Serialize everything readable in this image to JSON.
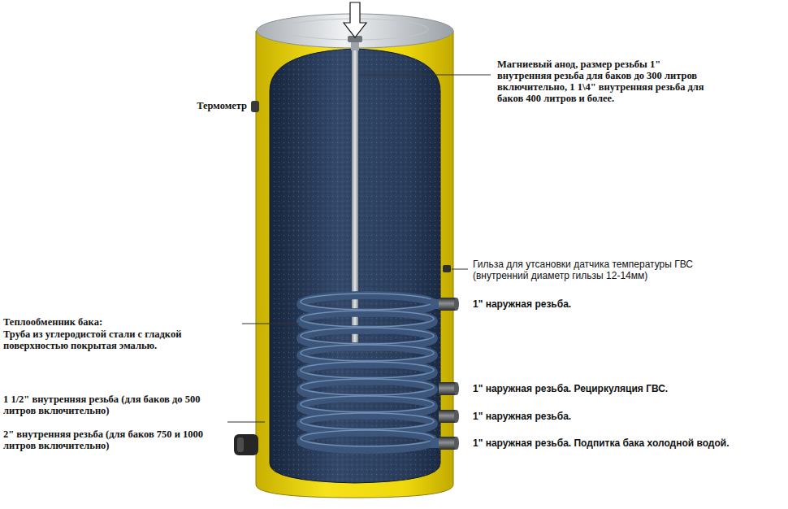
{
  "diagram": {
    "labels": [
      "Магниевый анод, размер резьбы 1\" внутренняя резьба для баков до 300 литров включительно, 1 1\\4\" внутренняя резьба для баков 400 литров и более.",
      "Термометр",
      "Гильза для утсановки датчика температуры ГВС (внутренний диаметр гильзы 12-14мм)",
      "1\" наружная резьба.",
      "Теплообменник бака:",
      "Труба из углеродистой стали с гладкой поверхностью покрытая эмалью.",
      "1\" наружная резьба. Рециркуляция ГВС.",
      "1 1/2\" внутренняя резьба (для баков до 500 литров включительно)",
      "1\" наружная резьба.",
      "2\" внутренняя резьба (для баков 750 и 1000 литров включительно)",
      "1\" наружная резьба. Подпитка бака холодной водой."
    ]
  }
}
